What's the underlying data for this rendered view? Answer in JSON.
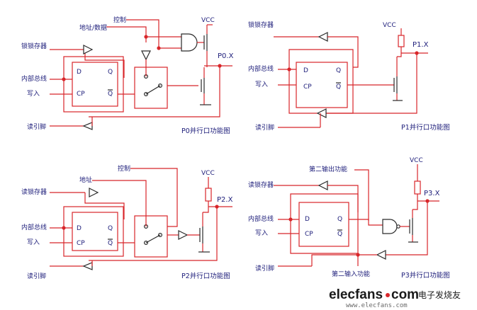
{
  "p0": {
    "latch": "锁锁存器",
    "bus": "内部总线",
    "write": "写入",
    "read_pin": "读引脚",
    "addr_data": "地址/数据",
    "control": "控制",
    "vcc": "VCC",
    "pin": "P0.X",
    "caption": "P0并行口功能图",
    "ff_d": "D",
    "ff_q": "Q",
    "ff_cp": "CP",
    "ff_qbar": "Q"
  },
  "p1": {
    "latch": "锁锁存器",
    "bus": "内部总线",
    "write": "写入",
    "read_pin": "读引脚",
    "vcc": "VCC",
    "pin": "P1.X",
    "caption": "P1并行口功能图",
    "ff_d": "D",
    "ff_q": "Q",
    "ff_cp": "CP",
    "ff_qbar": "Q"
  },
  "p2": {
    "latch": "读锁存器",
    "bus": "内部总线",
    "write": "写入",
    "read_pin": "读引脚",
    "address": "地址",
    "control": "控制",
    "vcc": "VCC",
    "pin": "P2.X",
    "caption": "P2并行口功能图",
    "ff_d": "D",
    "ff_q": "Q",
    "ff_cp": "CP",
    "ff_qbar": "Q"
  },
  "p3": {
    "latch": "读锁存器",
    "bus": "内部总线",
    "write": "写入",
    "read_pin": "读引脚",
    "second_out": "第二输出功能",
    "second_in": "第二输入功能",
    "vcc": "VCC",
    "pin": "P3.X",
    "caption": "P3并行口功能图",
    "ff_d": "D",
    "ff_q": "Q",
    "ff_cp": "CP",
    "ff_qbar": "Q"
  },
  "watermark": {
    "brand": "elecfans",
    "dotcom": "com",
    "cn": "电子发烧友",
    "url": "www.elecfans.com"
  },
  "colors": {
    "wire": "#d8262a",
    "component": "#2a2a2a",
    "text": "#1d1d7a"
  }
}
